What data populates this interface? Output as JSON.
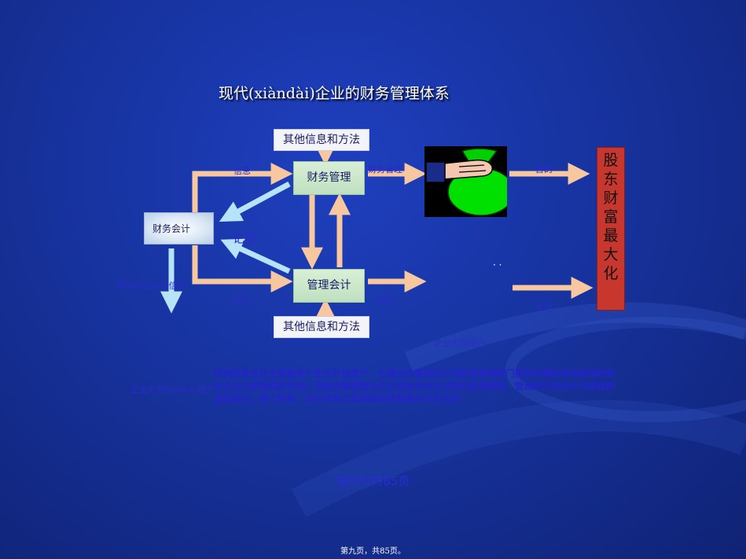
{
  "title": "现代(xiàndài)企业的财务管理体系",
  "nodes": {
    "other_top": "其他信息和方法",
    "other_bottom": "其他信息和方法",
    "financial_management": "财务管理",
    "management_accounting": "管理会计",
    "financial_accounting": "财务会计",
    "goal": "股东财富最大化"
  },
  "labels": {
    "info_top": "信息",
    "fin_manage_out": "财务管理",
    "purpose_top": "目的",
    "record": "记录",
    "provide_info": "提供(tígōng)信息",
    "info_bottom_left": "信息",
    "info_bottom_right": "信息",
    "purpose_bottom": "目的",
    "dots": "· ·",
    "internal_users": "企业内部用户",
    "external_users": "企业外部(wàibù)用户"
  },
  "paragraph": "传统财务会计主要服务于企业外部用户，它通过向管理会计和财务管理部门提供所需信息间接地起到对企业内部管理的作用。而财务管理是对企业资金运动全过程的直接管理，管理会计是会计与管理的直接结合。整个财务、会计体系以实现股东财富最大化为目标",
  "footer": "第8页/共85页",
  "bottom_note": "第九页，共85页。",
  "icons": {
    "money": "money-bag-icon"
  },
  "colors": {
    "arrow": "#f7c7a0",
    "arrow_light": "#b8e2f8",
    "goal": "#c8372e"
  }
}
